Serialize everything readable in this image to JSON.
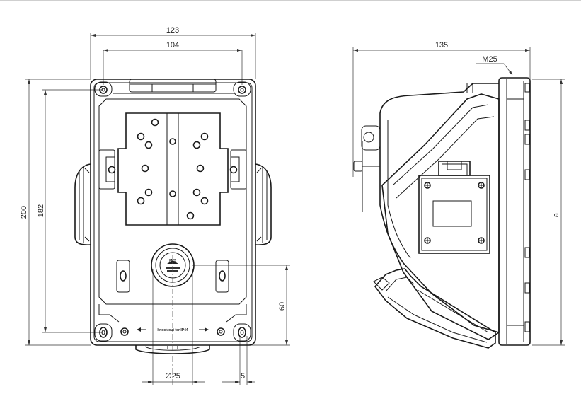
{
  "front_view": {
    "dims": {
      "overall_width": "123",
      "hole_spacing_width": "104",
      "overall_height": "200",
      "hole_spacing_height": "182",
      "entry_offset": "60",
      "entry_diameter": "∅25",
      "hole_diameter": "5"
    },
    "knockout_text": "knock out for IP44",
    "gland_label": "M25"
  },
  "side_view": {
    "dims": {
      "depth": "135",
      "thread_label": "M25",
      "height_var": "a"
    }
  }
}
